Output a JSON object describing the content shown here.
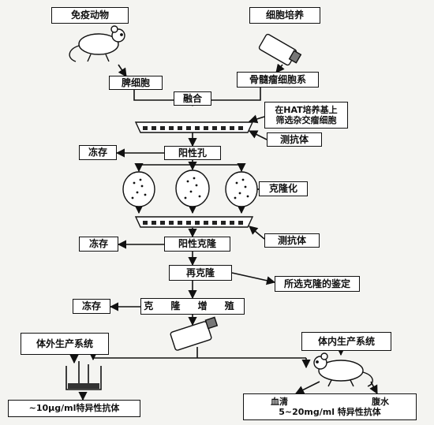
{
  "nodes": {
    "immunize": "免疫动物",
    "cell_culture": "细胞培养",
    "spleen": "脾细胞",
    "myeloma": "骨髓瘤细胞系",
    "fusion": "融合",
    "hat_line1": "在HAT培养基上",
    "hat_line2": "筛选杂交瘤细胞",
    "test1": "测抗体",
    "freeze1": "冻存",
    "positive_well": "阳性孔",
    "cloning": "克隆化",
    "test2": "测抗体",
    "freeze2": "冻存",
    "positive_clone": "阳性克隆",
    "reclone": "再克隆",
    "identify": "所选克隆的鉴定",
    "freeze3": "冻存",
    "expand": "克 隆 增 殖",
    "invitro": "体外生产系统",
    "invivo": "体内生产系统",
    "invitro_yield": "~10μg/ml特异性抗体",
    "serum": "血清",
    "ascites": "腹水",
    "invivo_yield": "5~20mg/ml 特异性抗体"
  }
}
